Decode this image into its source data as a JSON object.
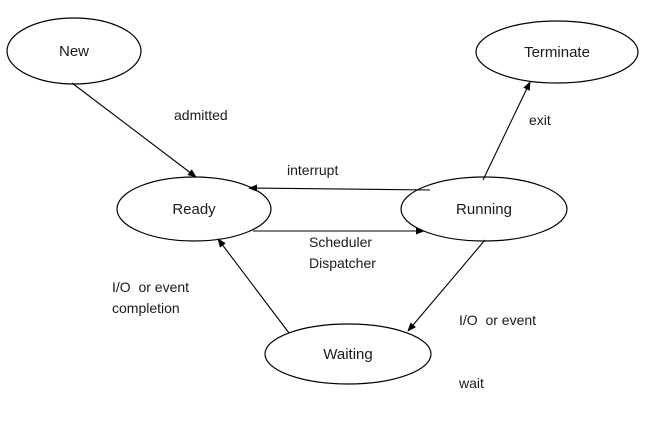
{
  "states": {
    "new": "New",
    "ready": "Ready",
    "running": "Running",
    "waiting": "Waiting",
    "terminate": "Terminate"
  },
  "transitions": {
    "admitted": "admitted",
    "interrupt": "interrupt",
    "scheduler_dispatch": [
      "Scheduler",
      "Dispatcher"
    ],
    "exit": "exit",
    "io_wait": [
      "I/O  or event",
      "wait"
    ],
    "io_completion": [
      "I/O  or event",
      "completion"
    ]
  },
  "colors": {
    "stroke": "#000000",
    "text": "#1a1a1a",
    "background": "#ffffff"
  }
}
